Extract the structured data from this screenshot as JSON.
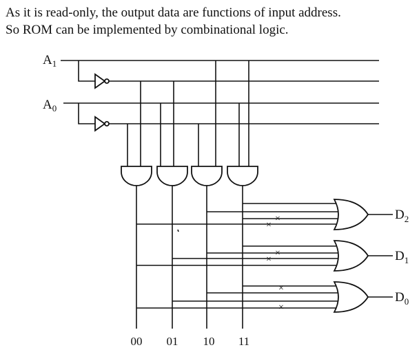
{
  "caption": {
    "line1": "As it is read-only, the output data are functions of input address.",
    "line2": "So ROM can be implemented by combinational logic."
  },
  "inputs": {
    "a1": "A",
    "a1_sub": "1",
    "a0": "A",
    "a0_sub": "0"
  },
  "outputs": [
    {
      "letter": "D",
      "sub": "2"
    },
    {
      "letter": "D",
      "sub": "1"
    },
    {
      "letter": "D",
      "sub": "0"
    }
  ],
  "address_labels": [
    "00",
    "01",
    "10",
    "11"
  ],
  "cross_mark": "×"
}
